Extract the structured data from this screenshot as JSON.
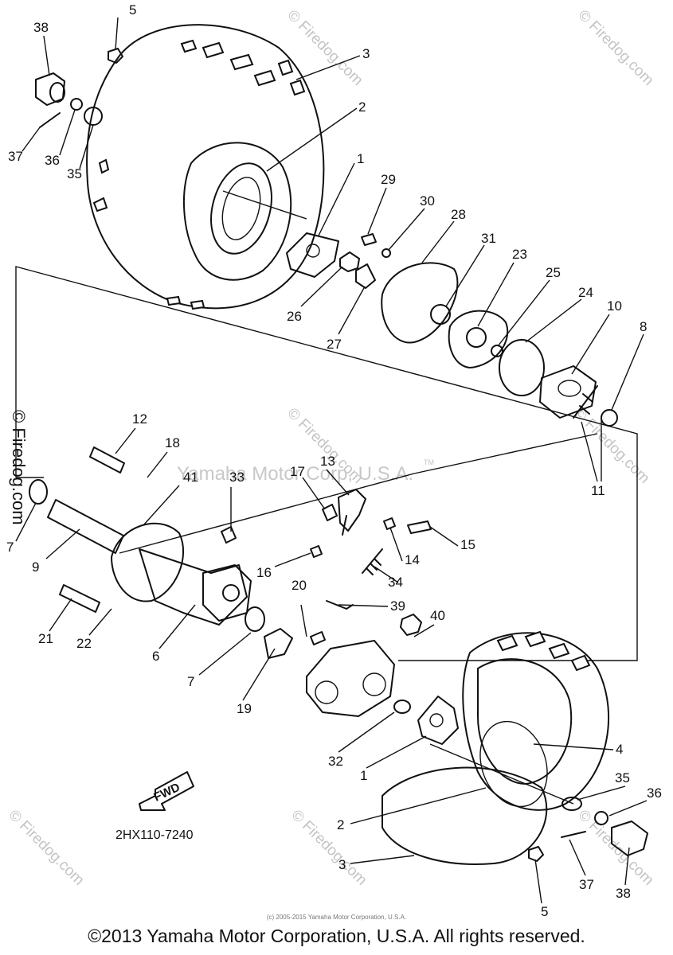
{
  "diagram": {
    "code": "2HX110-7240",
    "fwd_label": "FWD",
    "watermark_center": "Yamaha Motor Corp, U.S.A.",
    "watermark_tm": "TM",
    "watermark_side": "© Firedog.com",
    "watermark_tile": "© Firedog.com",
    "small_copyright": "(c) 2005-2015 Yamaha Motor Corporation, U.S.A.",
    "copyright": "©2013 Yamaha Motor Corporation, U.S.A. All rights reserved.",
    "callouts": [
      "38",
      "5",
      "3",
      "2",
      "37",
      "36",
      "35",
      "1",
      "29",
      "30",
      "28",
      "31",
      "23",
      "25",
      "24",
      "10",
      "8",
      "26",
      "27",
      "11",
      "12",
      "18",
      "41",
      "33",
      "17",
      "13",
      "7",
      "9",
      "16",
      "15",
      "14",
      "34",
      "21",
      "22",
      "6",
      "7",
      "19",
      "20",
      "39",
      "40",
      "32",
      "1",
      "4",
      "35",
      "36",
      "2",
      "3",
      "37",
      "5",
      "38"
    ]
  }
}
